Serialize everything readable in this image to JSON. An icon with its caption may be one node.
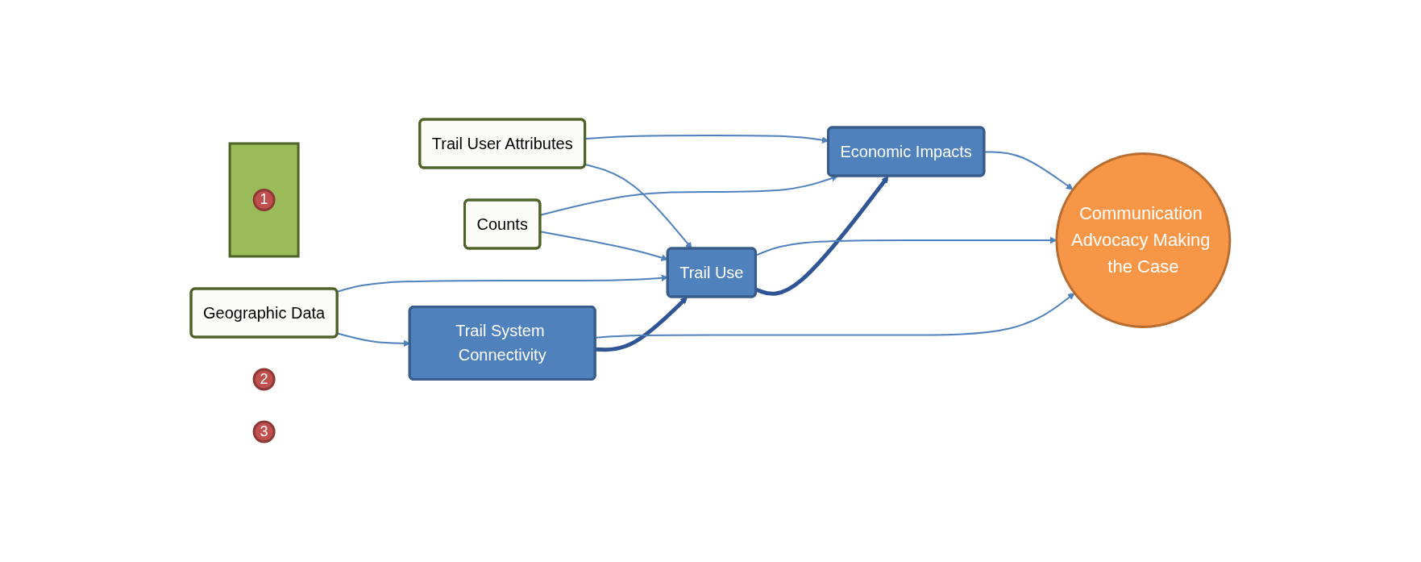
{
  "diagram": {
    "nodes": [
      {
        "text": [],
        "shape": "triangle"
      },
      {
        "text": [
          "1"
        ],
        "in": 0
      },
      {
        "text": [
          "Geographic Data"
        ]
      },
      {
        "text": [
          "Trail User Attributes"
        ]
      },
      {
        "text": [
          "Counts"
        ]
      },
      {
        "text": [
          "2"
        ]
      },
      {
        "text": [
          "Trail System Connectivity"
        ]
      },
      {
        "text": [
          "Trail Use"
        ]
      },
      {
        "text": [
          "Economic Impacts"
        ]
      },
      {
        "text": [
          "Communication Advocacy Making the Case"
        ]
      },
      {
        "text": [
          "3"
        ]
      }
    ],
    "edges": [
      {
        "from": 2,
        "to": 6,
        "arrow": "to"
      },
      {
        "from": 2,
        "to": 7,
        "arrow": "to"
      },
      {
        "from": 3,
        "to": 7,
        "arrow": "to"
      },
      {
        "from": 3,
        "to": 8,
        "arrow": "to"
      },
      {
        "from": 4,
        "to": 7,
        "arrow": "to"
      },
      {
        "from": 4,
        "to": 8,
        "arrow": "to"
      },
      {
        "from": 6,
        "to": 7,
        "arrow": "to",
        "style": "thick",
        "color": "#2f5597"
      },
      {
        "from": 7,
        "to": 8,
        "arrow": "to",
        "style": "thick",
        "color": "#2f5597"
      },
      {
        "from": 6,
        "to": 9,
        "arrow": "to"
      },
      {
        "from": 7,
        "to": 9,
        "arrow": "to"
      },
      {
        "from": 8,
        "to": 9,
        "arrow": "to"
      }
    ]
  }
}
